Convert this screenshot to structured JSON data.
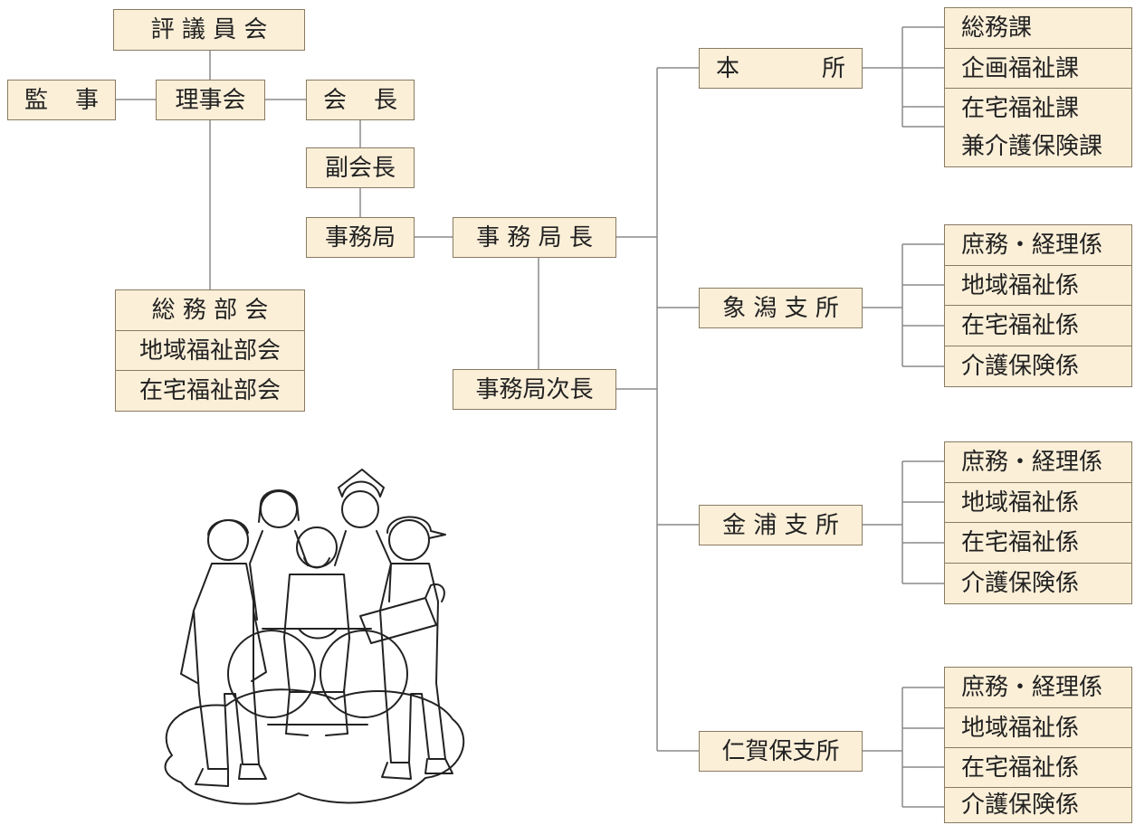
{
  "governance": {
    "council": "評 議 員 会",
    "auditor_left": "監",
    "auditor_right": "事",
    "board": "理事会",
    "chairman_left": "会",
    "chairman_right": "長",
    "vice_chairman": "副会長",
    "secretariat": "事務局",
    "committees": [
      "総 務 部 会",
      "地域福祉部会",
      "在宅福祉部会"
    ]
  },
  "management": {
    "secretary_general": "事 務 局 長",
    "deputy_secretary_general": "事務局次長"
  },
  "offices": [
    {
      "name_left": "本",
      "name_right": "所",
      "sections": [
        "総務課",
        "企画福祉課",
        "在宅福祉課",
        "兼介護保険課"
      ]
    },
    {
      "name": "象 潟 支 所",
      "sections": [
        "庶務・経理係",
        "地域福祉係",
        "在宅福祉係",
        "介護保険係"
      ]
    },
    {
      "name": "金 浦 支 所",
      "sections": [
        "庶務・経理係",
        "地域福祉係",
        "在宅福祉係",
        "介護保険係"
      ]
    },
    {
      "name": "仁賀保支所",
      "sections": [
        "庶務・経理係",
        "地域福祉係",
        "在宅福祉係",
        "介護保険係"
      ]
    }
  ]
}
